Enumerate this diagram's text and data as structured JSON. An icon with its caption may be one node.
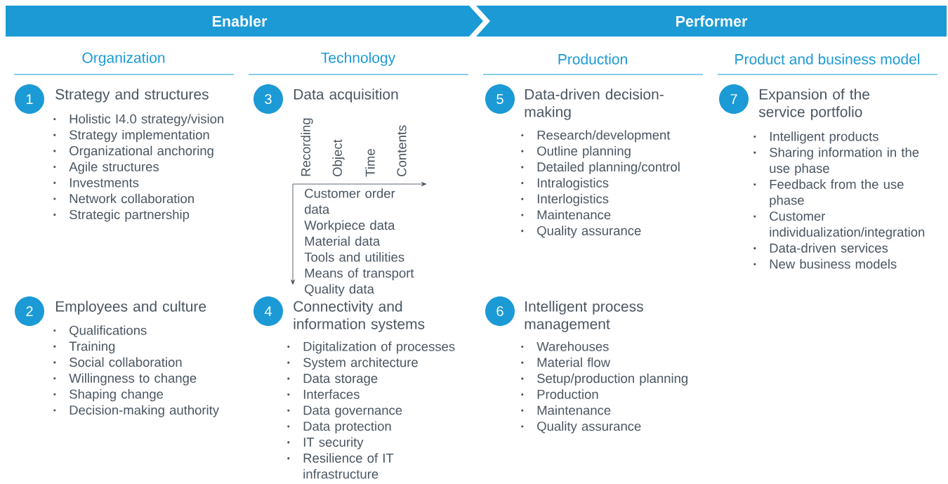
{
  "diagram": {
    "nodes": [
      {
        "text": [
          "Enabler"
        ]
      },
      {
        "text": [
          "Performer"
        ]
      },
      {
        "text": [
          "1"
        ],
        "beside": [
          "Strategy and structures"
        ]
      },
      {
        "text": [
          "2"
        ],
        "beside": [
          "Employees and culture"
        ]
      },
      {
        "text": [
          "3"
        ],
        "beside": [
          "Data acquisition"
        ]
      },
      {
        "text": [
          "4"
        ],
        "beside": [
          "Connectivity and information systems"
        ]
      },
      {
        "text": [
          "5"
        ],
        "beside": [
          "Data-driven decision-making"
        ]
      },
      {
        "text": [
          "6"
        ],
        "beside": [
          "Intelligent process management"
        ]
      },
      {
        "text": [
          "7"
        ],
        "beside": [
          "Expansion of the service portfolio"
        ]
      }
    ],
    "labels": [
      "Organization",
      "Technology",
      "Production",
      "Product and business model",
      "Holistic I4.0 strategy/vision",
      "Strategy implementation",
      "Organizational anchoring",
      "Agile structures",
      "Investments",
      "Network collaboration",
      "Strategic partnership",
      "Qualifications",
      "Training",
      "Social collaboration",
      "Willingness to change",
      "Shaping change",
      "Decision-making authority",
      "Recording",
      "Object",
      "Time",
      "Contents",
      "Customer order data",
      "Workpiece data",
      "Material data",
      "Tools and utilities",
      "Means of transport",
      "Quality data",
      "Digitalization of processes",
      "System architecture",
      "Data storage",
      "Interfaces",
      "Data governance",
      "Data protection",
      "IT security",
      "Resilience of IT infrastructure",
      "Research/development",
      "Outline planning",
      "Detailed planning/control",
      "Intralogistics",
      "Interlogistics",
      "Maintenance",
      "Quality assurance",
      "Warehouses",
      "Material flow",
      "Setup/production planning",
      "Production",
      "Maintenance",
      "Quality assurance",
      "Intelligent products",
      "Sharing information in the use phase",
      "Feedback from the use phase",
      "Customer individualization/integration",
      "Data-driven services",
      "New business models"
    ]
  }
}
